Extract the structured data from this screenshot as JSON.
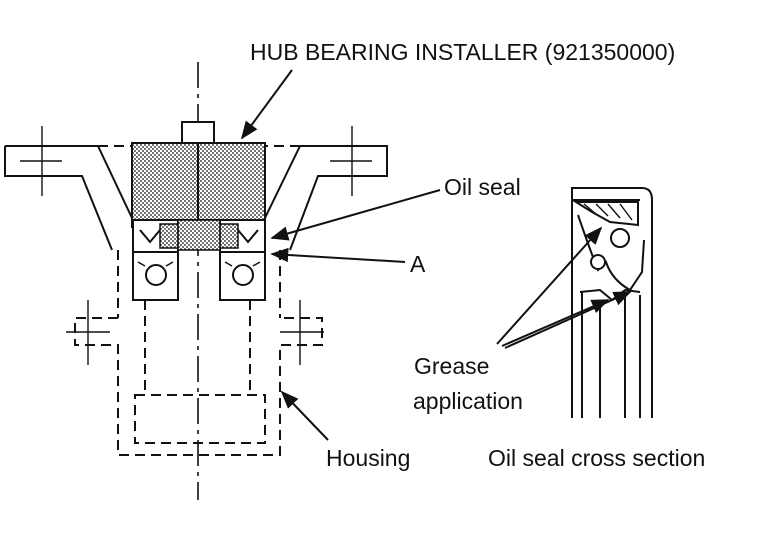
{
  "labels": {
    "installer": "HUB BEARING INSTALLER (921350000)",
    "oil_seal": "Oil seal",
    "point_a": "A",
    "grease_line1": "Grease",
    "grease_line2": "application",
    "housing": "Housing",
    "cross_section": "Oil seal cross section"
  },
  "colors": {
    "ink": "#111111",
    "paper": "#ffffff"
  }
}
